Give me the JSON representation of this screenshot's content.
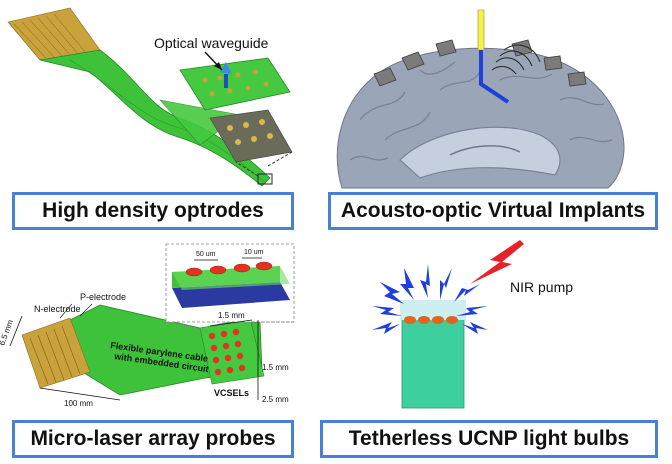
{
  "panels": {
    "optrodes": {
      "caption": "High density optrodes",
      "label_waveguide": "Optical waveguide"
    },
    "acousto": {
      "caption": "Acousto-optic Virtual Implants"
    },
    "microlaser": {
      "caption": "Micro-laser array probes",
      "label_n_electrode": "N-electrode",
      "label_p_electrode": "P-electrode",
      "label_cable": "Flexible parylene cable",
      "label_cable2": "with embedded circuit",
      "label_vcsels": "VCSELs",
      "dim_65": "6.5 mm",
      "dim_100": "100 mm",
      "dim_15a": "1.5 mm",
      "dim_15b": "1.5 mm",
      "dim_25": "2.5 mm",
      "dim_50um": "50 um",
      "dim_10um": "10 um"
    },
    "ucnp": {
      "caption": "Tetherless UCNP light bulbs",
      "label_nir": "NIR pump"
    }
  },
  "colors": {
    "caption_border": "#4a7fd6",
    "probe_green": "#3ec23a",
    "electrode_gold": "#c9a23c",
    "ucnp_teal": "#3ecf9e",
    "spark_blue": "#1f3fd8",
    "nir_red": "#e8202a"
  }
}
